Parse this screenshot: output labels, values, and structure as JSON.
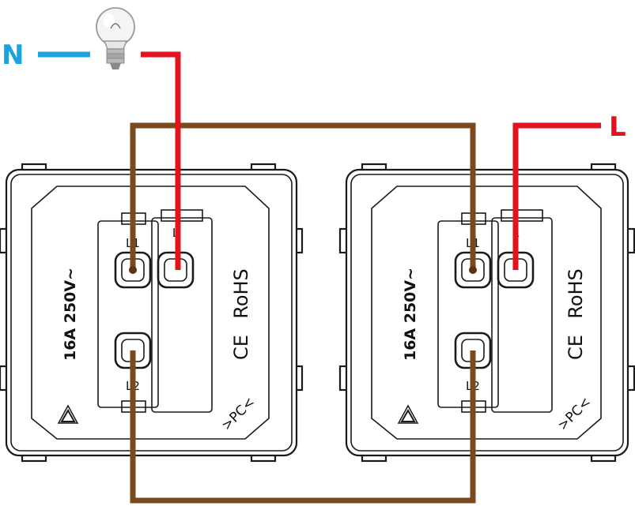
{
  "labels": {
    "neutral": "N",
    "live": "L"
  },
  "colors": {
    "neutral_wire": "#1ba3de",
    "live_wire": "#e2131f",
    "traveler_wire": "#7a4a1e",
    "frame": "#1a1a1a"
  },
  "icons": {
    "lamp": "light-bulb-icon",
    "recycle": "recycle-icon"
  },
  "switches": [
    {
      "terminal_l1": "L1",
      "terminal_l": "L",
      "terminal_l2": "L2",
      "rating": "16A 250V~",
      "ce": "CE",
      "rohs": "RoHS",
      "material": ">PC<"
    },
    {
      "terminal_l1": "L1",
      "terminal_l": "L",
      "terminal_l2": "L2",
      "rating": "16A 250V~",
      "ce": "CE",
      "rohs": "RoHS",
      "material": ">PC<"
    }
  ]
}
